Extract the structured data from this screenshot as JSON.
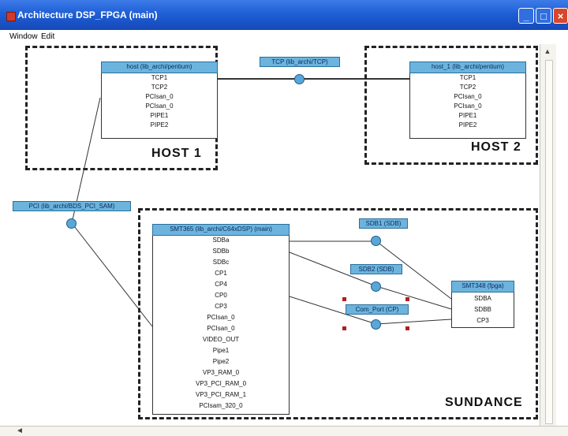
{
  "window": {
    "title": "Architecture DSP_FPGA (main)"
  },
  "menubar": {
    "items": [
      "Window",
      "Edit"
    ]
  },
  "groups": {
    "host1": "HOST 1",
    "host2": "HOST 2",
    "sundance": "SUNDANCE"
  },
  "components": {
    "host": {
      "title": "host (lib_archi/pentium)",
      "ports": [
        "TCP1",
        "TCP2",
        "PCIsan_0",
        "PCIsan_0",
        "PIPE1",
        "PIPE2"
      ]
    },
    "host_1": {
      "title": "host_1 (lib_archi/pentium)",
      "ports": [
        "TCP1",
        "TCP2",
        "PCIsan_0",
        "PCIsan_0",
        "PIPE1",
        "PIPE2"
      ]
    },
    "smt365": {
      "title": "SMT365 (lib_archi/C64xDSP) (main)",
      "ports": [
        "SDBa",
        "SDBb",
        "SDBc",
        "CP1",
        "CP4",
        "CP0",
        "CP3",
        "PCIsan_0",
        "PCIsan_0",
        "VIDEO_OUT",
        "Pipe1",
        "Pipe2",
        "VP3_RAM_0",
        "VP3_PCI_RAM_0",
        "VP3_PCI_RAM_1",
        "PCIsam_320_0"
      ]
    },
    "smt348": {
      "title": "SMT348 (fpga)",
      "ports": [
        "SDBA",
        "SDBB",
        "CP3"
      ]
    }
  },
  "connectors": {
    "tcp": "TCP (lib_archi/TCP)",
    "pci": "PCI (lib_archi/BDS_PCI_SAM)",
    "sdb1": "SDB1 (SDB)",
    "sdb2": "SDB2 (SDB)",
    "com_port": "Com_Port (CP)"
  },
  "colors": {
    "titlebar": "#1f5fd6",
    "component_header": "#6cb4de",
    "connector_dot": "#5aa6d8",
    "selection_handle": "#b02020"
  }
}
